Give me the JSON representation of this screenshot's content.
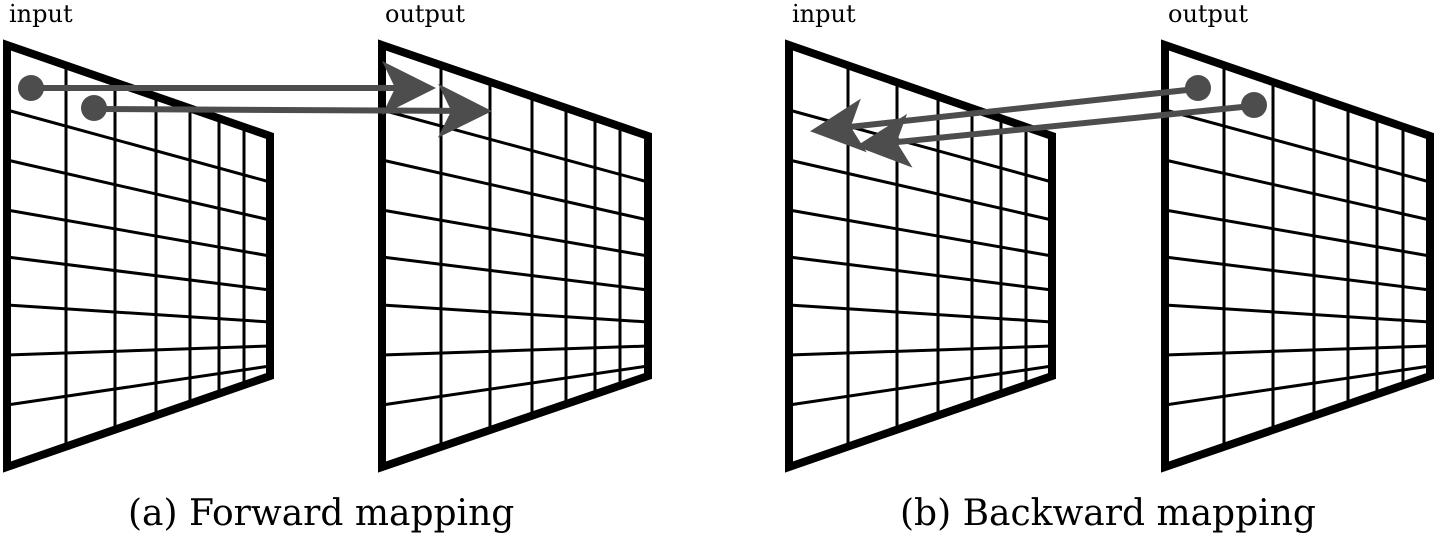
{
  "panels": [
    {
      "id": "a",
      "caption": "(a) Forward mapping",
      "input_label": "input",
      "output_label": "output",
      "direction": "forward"
    },
    {
      "id": "b",
      "caption": "(b) Backward mapping",
      "input_label": "input",
      "output_label": "output",
      "direction": "backward"
    }
  ],
  "colors": {
    "grid": "#000000",
    "arrow": "#4d4d4d"
  }
}
